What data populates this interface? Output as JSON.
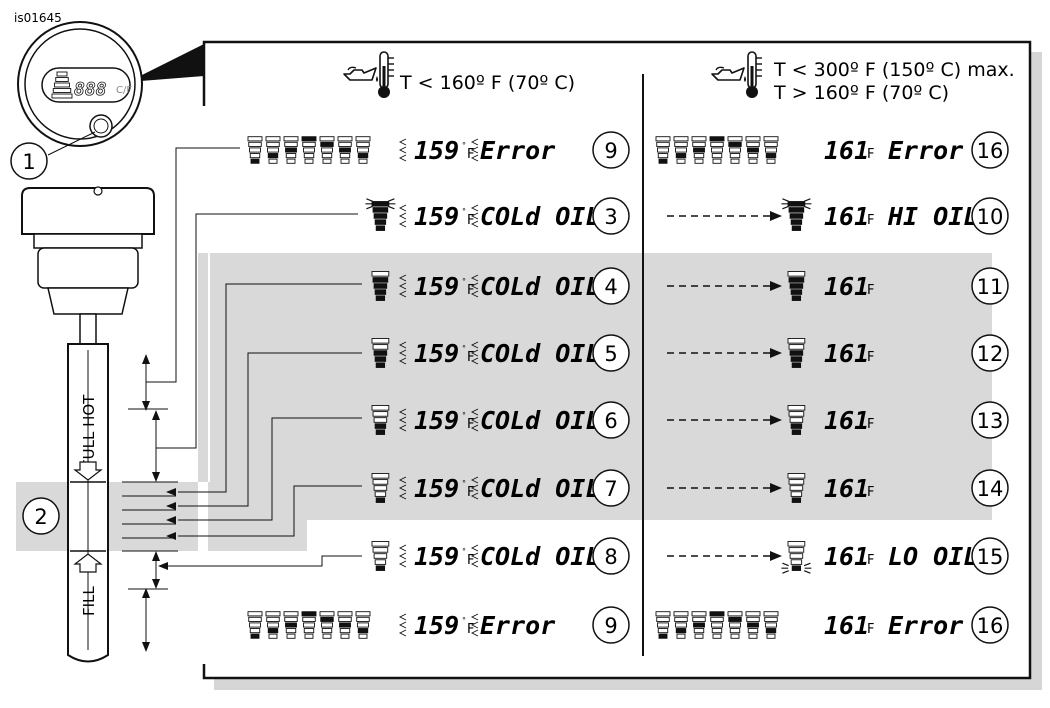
{
  "figure_id": "is01645",
  "col_left": {
    "header": "T < 160º F (70º C)"
  },
  "col_right": {
    "header_line1": "T < 300º F (150º C) max.",
    "header_line2": "T > 160º F (70º C)"
  },
  "callouts": {
    "gauge": "1",
    "dipstick_range": "2"
  },
  "dipstick": {
    "top_label": "FULL HOT",
    "bottom_label": "FILL"
  },
  "gauge_face": {
    "unit": "C/F"
  },
  "units": {
    "degree": "°",
    "fahrenheit": "F"
  },
  "left_rows": [
    {
      "mode": "scan",
      "temp": "159",
      "msg": "Error",
      "num": "9"
    },
    {
      "mode": "level",
      "filled": 5,
      "blink": "top",
      "temp": "159",
      "msg": "COLd OIL",
      "num": "3"
    },
    {
      "mode": "level",
      "filled": 4,
      "blink": "none",
      "temp": "159",
      "msg": "COLd OIL",
      "num": "4"
    },
    {
      "mode": "level",
      "filled": 3,
      "blink": "none",
      "temp": "159",
      "msg": "COLd OIL",
      "num": "5"
    },
    {
      "mode": "level",
      "filled": 2,
      "blink": "none",
      "temp": "159",
      "msg": "COLd OIL",
      "num": "6"
    },
    {
      "mode": "level",
      "filled": 1,
      "blink": "none",
      "temp": "159",
      "msg": "COLd OIL",
      "num": "7"
    },
    {
      "mode": "level",
      "filled": 1,
      "blink": "none",
      "temp": "159",
      "msg": "COLd OIL",
      "num": "8"
    },
    {
      "mode": "scan",
      "temp": "159",
      "msg": "Error",
      "num": "9"
    }
  ],
  "right_rows": [
    {
      "mode": "scan",
      "arrow": false,
      "temp": "161",
      "msg": "Error",
      "num": "16"
    },
    {
      "mode": "level",
      "filled": 5,
      "blink": "top",
      "arrow": true,
      "temp": "161",
      "msg": "HI OIL",
      "num": "10"
    },
    {
      "mode": "level",
      "filled": 4,
      "blink": "none",
      "arrow": true,
      "temp": "161",
      "msg": "",
      "num": "11"
    },
    {
      "mode": "level",
      "filled": 3,
      "blink": "none",
      "arrow": true,
      "temp": "161",
      "msg": "",
      "num": "12"
    },
    {
      "mode": "level",
      "filled": 2,
      "blink": "none",
      "arrow": true,
      "temp": "161",
      "msg": "",
      "num": "13"
    },
    {
      "mode": "level",
      "filled": 1,
      "blink": "none",
      "arrow": true,
      "temp": "161",
      "msg": "",
      "num": "14"
    },
    {
      "mode": "level",
      "filled": 1,
      "blink": "bottom",
      "arrow": true,
      "temp": "161",
      "msg": "LO OIL",
      "num": "15"
    },
    {
      "mode": "scan",
      "arrow": false,
      "temp": "161",
      "msg": "Error",
      "num": "16"
    }
  ],
  "colors": {
    "line": "#111111",
    "highlight": "#d9d9d9",
    "shadow": "#d6d6d6",
    "segment_off": "#ffffff"
  }
}
